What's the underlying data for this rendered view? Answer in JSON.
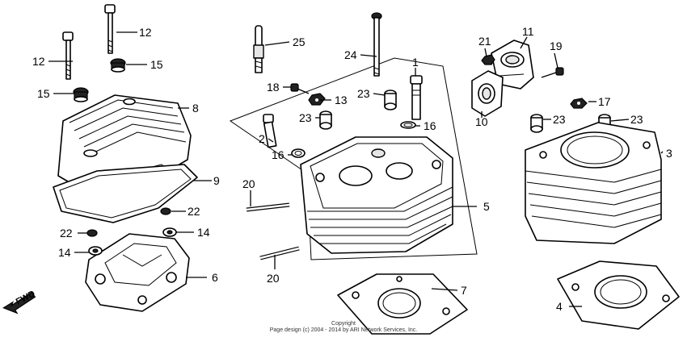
{
  "callouts": {
    "c1": "1",
    "c2": "2",
    "c3": "3",
    "c4": "4",
    "c5": "5",
    "c6": "6",
    "c7": "7",
    "c8": "8",
    "c9": "9",
    "c10": "10",
    "c11": "11",
    "c12a": "12",
    "c12b": "12",
    "c13": "13",
    "c14a": "14",
    "c14b": "14",
    "c15a": "15",
    "c15b": "15",
    "c16a": "16",
    "c16b": "16",
    "c17": "17",
    "c18": "18",
    "c19": "19",
    "c20a": "20",
    "c20b": "20",
    "c21": "21",
    "c22a": "22",
    "c22b": "22",
    "c23a": "23",
    "c23b": "23",
    "c23c": "23",
    "c23d": "23",
    "c24": "24",
    "c25": "25"
  },
  "fwd_label": "FWD",
  "copyright": {
    "line1": "Copyright",
    "line2": "Page design (c) 2004 - 2014 by ARI Network Services, Inc."
  }
}
